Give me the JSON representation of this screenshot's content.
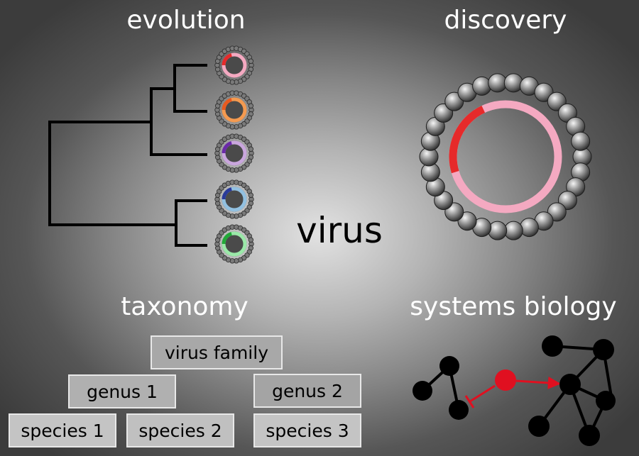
{
  "headings": {
    "evolution": "evolution",
    "discovery": "discovery",
    "taxonomy": "taxonomy",
    "systems_biology": "systems biology"
  },
  "center_label": "virus",
  "taxonomy_boxes": {
    "family": "virus family",
    "genus_1": "genus 1",
    "genus_2": "genus 2",
    "species_1": "species 1",
    "species_2": "species 2",
    "species_3": "species 3"
  },
  "virus_particles": [
    {
      "ring": "#f4a9c1",
      "segment": "#e62a2a"
    },
    {
      "ring": "#f49a50",
      "segment": "#e85a20"
    },
    {
      "ring": "#c9a6dd",
      "segment": "#6a2aa8"
    },
    {
      "ring": "#92c0e0",
      "segment": "#2a3a9a"
    },
    {
      "ring": "#9ae8a8",
      "segment": "#22a838"
    }
  ],
  "discovery_virus": {
    "ring": "#f4a9c1",
    "segment": "#e62a2a"
  },
  "colors": {
    "heading": "#ffffff",
    "tree": "#000000",
    "network_node": "#000000",
    "network_regulator": "#e01020",
    "box_fill_light": "#c8c8c8",
    "box_fill_dark": "#9a9a9a"
  }
}
